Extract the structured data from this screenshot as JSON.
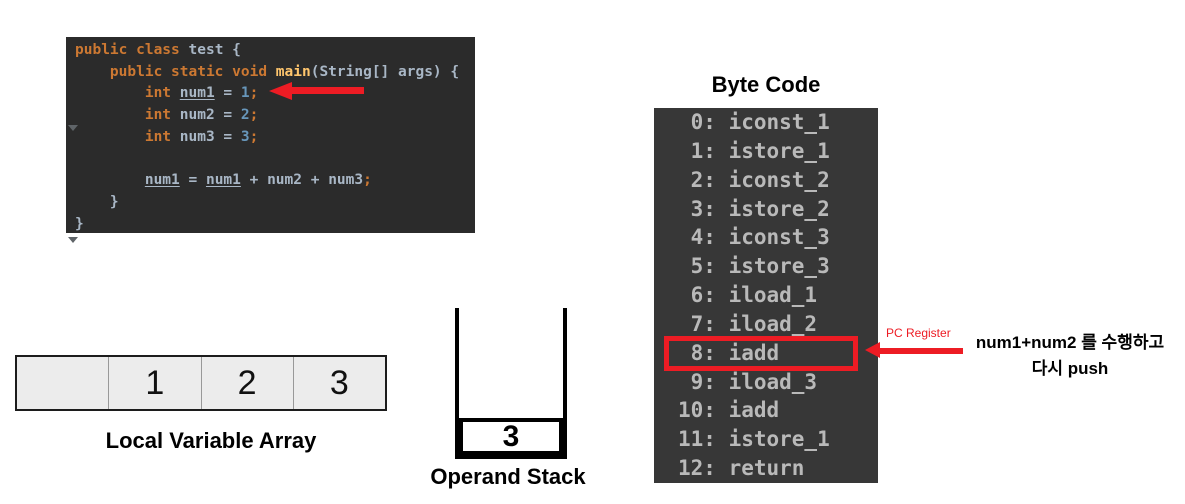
{
  "editor": {
    "lines": [
      [
        {
          "t": "public class ",
          "c": "kw"
        },
        {
          "t": "test ",
          "c": "pln"
        },
        {
          "t": "{",
          "c": "pln"
        }
      ],
      [
        {
          "t": "    ",
          "c": "pln"
        },
        {
          "t": "public static void ",
          "c": "kw"
        },
        {
          "t": "main",
          "c": "fn"
        },
        {
          "t": "(String[] args) {",
          "c": "pln"
        }
      ],
      [
        {
          "t": "        ",
          "c": "pln"
        },
        {
          "t": "int ",
          "c": "kw"
        },
        {
          "t": "num1",
          "c": "und"
        },
        {
          "t": " = ",
          "c": "pln"
        },
        {
          "t": "1",
          "c": "num"
        },
        {
          "t": ";",
          "c": "kw"
        }
      ],
      [
        {
          "t": "        ",
          "c": "pln"
        },
        {
          "t": "int ",
          "c": "kw"
        },
        {
          "t": "num2 = ",
          "c": "pln"
        },
        {
          "t": "2",
          "c": "num"
        },
        {
          "t": ";",
          "c": "kw"
        }
      ],
      [
        {
          "t": "        ",
          "c": "pln"
        },
        {
          "t": "int ",
          "c": "kw"
        },
        {
          "t": "num3 = ",
          "c": "pln"
        },
        {
          "t": "3",
          "c": "num"
        },
        {
          "t": ";",
          "c": "kw"
        }
      ],
      [],
      [
        {
          "t": "        ",
          "c": "pln"
        },
        {
          "t": "num1",
          "c": "und"
        },
        {
          "t": " = ",
          "c": "pln"
        },
        {
          "t": "num1",
          "c": "und"
        },
        {
          "t": " + num2 + num3",
          "c": "pln"
        },
        {
          "t": ";",
          "c": "kw"
        }
      ],
      [
        {
          "t": "    }",
          "c": "pln"
        }
      ],
      [
        {
          "t": "}",
          "c": "pln"
        }
      ]
    ]
  },
  "bytecode": {
    "title": "Byte Code",
    "instructions": [
      {
        "index": 0,
        "op": "iconst_1"
      },
      {
        "index": 1,
        "op": "istore_1"
      },
      {
        "index": 2,
        "op": "iconst_2"
      },
      {
        "index": 3,
        "op": "istore_2"
      },
      {
        "index": 4,
        "op": "iconst_3"
      },
      {
        "index": 5,
        "op": "istore_3"
      },
      {
        "index": 6,
        "op": "iload_1"
      },
      {
        "index": 7,
        "op": "iload_2"
      },
      {
        "index": 8,
        "op": "iadd"
      },
      {
        "index": 9,
        "op": "iload_3"
      },
      {
        "index": 10,
        "op": "iadd"
      },
      {
        "index": 11,
        "op": "istore_1"
      },
      {
        "index": 12,
        "op": "return"
      }
    ],
    "highlighted_index": 8
  },
  "annotations": {
    "pc_register": "PC Register",
    "korean_line1": "num1+num2 를 수행하고",
    "korean_line2": "다시 push"
  },
  "local_variable_array": {
    "cells": [
      "",
      "1",
      "2",
      "3"
    ],
    "label": "Local Variable Array"
  },
  "operand_stack": {
    "values": [
      "3"
    ],
    "label": "Operand Stack"
  },
  "colors": {
    "accent_red": "#ed1c24",
    "editor_background": "#2b2b2b",
    "bytecode_background": "#373737",
    "bytecode_text": "#b9b9b9",
    "keyword_orange": "#cc7832",
    "number_blue": "#6897bb",
    "code_text": "#a9b7c6",
    "method_yellow": "#ffc66d"
  }
}
